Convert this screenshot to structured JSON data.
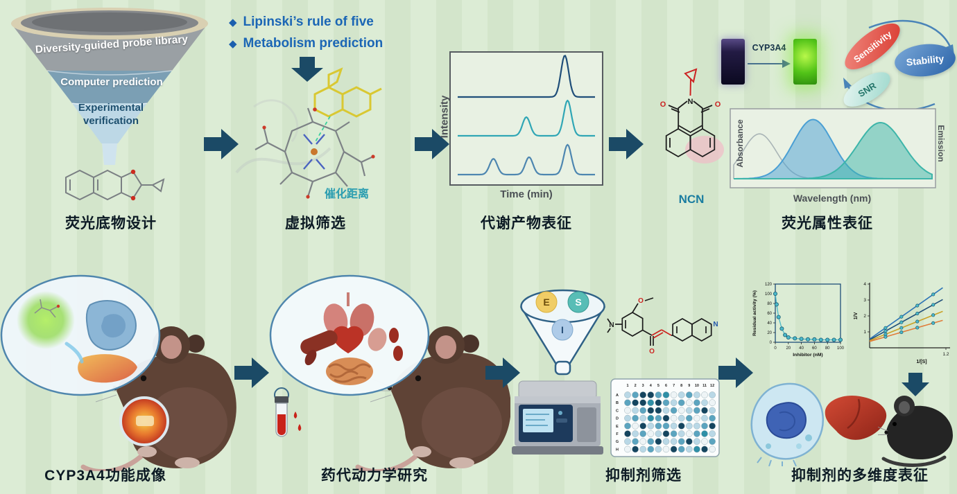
{
  "colors": {
    "background_stripe_light": "#dcecd5",
    "background_stripe_dark": "#d3e5cb",
    "arrow": "#1b4a66",
    "bullet_blue": "#1b66b5",
    "teal_accent": "#2a9db0",
    "caption_text": "#0c1a24",
    "cuvette_glow_green": "#52c318",
    "sensitivity_red": "#d93a30",
    "stability_blue": "#2a63a8",
    "snr_teal": "#8ed4c8"
  },
  "top": {
    "funnel": {
      "tier1": "Diversity-guided probe library",
      "tier2": "Computer prediction",
      "tier3a": "Experimental",
      "tier3b": "verification",
      "caption": "荧光底物设计"
    },
    "virtual_screening": {
      "diamond_glyph": "◆",
      "bullet1": "Lipinski’s rule of five",
      "bullet2": "Metabolism prediction",
      "annotation": "催化距离",
      "caption": "虚拟筛选"
    },
    "metabolite": {
      "caption": "代谢产物表征"
    },
    "fluor": {
      "enzyme_label": "CYP3A4",
      "ovals": [
        "Sensitivity",
        "Stability",
        "SNR"
      ],
      "probe_name": "NCN",
      "caption": "荧光属性表征"
    }
  },
  "bottom": {
    "imaging": {
      "caption": "CYP3A4功能成像"
    },
    "pk": {
      "caption": "药代动力学研究"
    },
    "inhibitor": {
      "letters": [
        "E",
        "S",
        "I"
      ],
      "caption": "抑制剂筛选",
      "plate": {
        "cols": [
          "1",
          "2",
          "3",
          "4",
          "5",
          "6",
          "7",
          "8",
          "9",
          "10",
          "11",
          "12"
        ],
        "rows": [
          "A",
          "B",
          "C",
          "D",
          "E",
          "F",
          "G",
          "H"
        ],
        "palette": {
          "w": "#eef4f6",
          "l": "#b9d8e6",
          "m": "#5ba4bf",
          "d": "#15455f",
          "t": "#2f8fa6"
        },
        "cells": [
          "lmddmtwlmlwl",
          "mddtdmlmwmlw",
          "wlmddlmwlmdl",
          "lmltmdwlmwlm",
          "mwdlmmldllmd",
          "dlmwldmlwmtl",
          "lmwmdllmdlwm",
          "wdlmlwdmltdw"
        ]
      }
    },
    "characterization": {
      "caption": "抑制剂的多维度表征"
    }
  },
  "chart_data": [
    {
      "id": "chromatogram",
      "type": "line",
      "xlabel": "Time (min)",
      "ylabel": "Intensity",
      "series": [
        {
          "name": "trace-top",
          "color": "#1f4e79",
          "peaks": [
            {
              "t": 0.78,
              "h": 1.0
            }
          ]
        },
        {
          "name": "trace-middle",
          "color": "#2fa6b5",
          "peaks": [
            {
              "t": 0.5,
              "h": 0.45
            },
            {
              "t": 0.8,
              "h": 0.85
            }
          ]
        },
        {
          "name": "trace-bottom",
          "color": "#4d86b0",
          "peaks": [
            {
              "t": 0.26,
              "h": 0.38
            },
            {
              "t": 0.52,
              "h": 0.42
            },
            {
              "t": 0.8,
              "h": 0.72
            }
          ]
        }
      ]
    },
    {
      "id": "spectra",
      "type": "area",
      "xlabel": "Wavelength (nm)",
      "left_axis": "Absorbance",
      "right_axis": "Emission",
      "series": [
        {
          "name": "free-probe-absorbance",
          "style": "line",
          "color": "#a9b4b6",
          "peak_x": 0.13,
          "sigma": 0.085,
          "height": 0.72
        },
        {
          "name": "probe-absorbance",
          "style": "area",
          "color": "#4a9fd4",
          "peak_x": 0.4,
          "sigma": 0.1,
          "height": 0.95
        },
        {
          "name": "probe-emission",
          "style": "area",
          "color": "#3db5a9",
          "peak_x": 0.74,
          "sigma": 0.115,
          "height": 0.9
        }
      ]
    },
    {
      "id": "dose-response",
      "type": "scatter",
      "xlabel": "Inhibitor (nM)",
      "ylabel": "Residual activity (%)",
      "xlim": [
        0,
        100
      ],
      "ylim": [
        0,
        120
      ],
      "xticks": [
        0,
        20,
        40,
        60,
        80,
        100
      ],
      "yticks": [
        0,
        20,
        40,
        60,
        80,
        100,
        120
      ],
      "marker_color": "#4cb9ca",
      "x": [
        0,
        2,
        5,
        10,
        15,
        20,
        30,
        40,
        50,
        60,
        70,
        80,
        90,
        100
      ],
      "y": [
        100,
        78,
        52,
        28,
        15,
        10,
        8,
        7,
        6,
        6,
        5,
        5,
        5,
        5
      ]
    },
    {
      "id": "lineweaver-burk",
      "type": "line",
      "xlabel": "1/[S]",
      "ylabel": "1/V",
      "xlim": [
        0,
        1.2
      ],
      "ylim": [
        0,
        4
      ],
      "xticks": [
        1.2
      ],
      "yticks": [
        1,
        2,
        3,
        4
      ],
      "marker_color": "#4cb9ca",
      "marker_x": [
        0.25,
        0.5,
        0.75,
        1.0
      ],
      "series": [
        {
          "name": "inhibitor-high",
          "color": "#2e75b6",
          "intercept": 0.55,
          "slope": 2.8
        },
        {
          "name": "inhibitor-mid",
          "color": "#1f4e79",
          "intercept": 0.5,
          "slope": 2.2
        },
        {
          "name": "inhibitor-low",
          "color": "#c9a227",
          "intercept": 0.45,
          "slope": 1.6
        },
        {
          "name": "no-inhibitor",
          "color": "#e07b39",
          "intercept": 0.4,
          "slope": 1.15
        }
      ]
    }
  ]
}
